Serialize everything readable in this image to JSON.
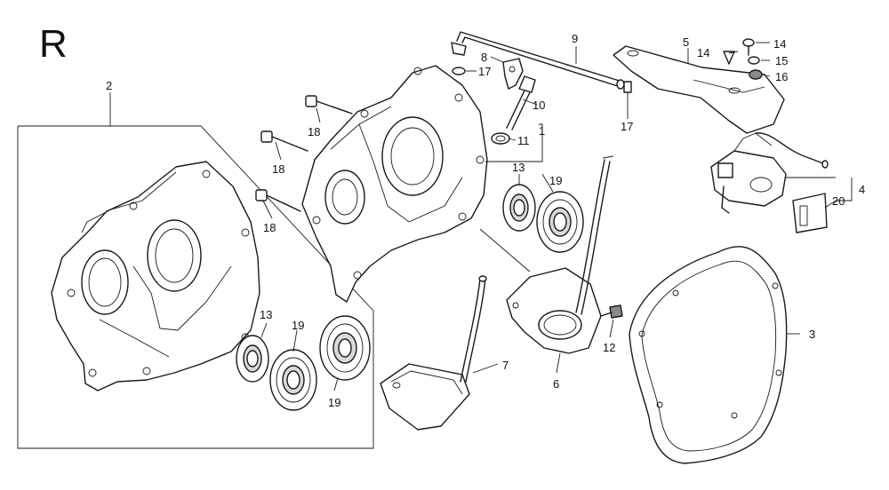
{
  "section_letter": "R",
  "callouts": {
    "c1": "1",
    "c2": "2",
    "c3": "3",
    "c4": "4",
    "c5": "5",
    "c6": "6",
    "c7": "7",
    "c8": "8",
    "c9": "9",
    "c10": "10",
    "c11": "11",
    "c12": "12",
    "c13a": "13",
    "c13b": "13",
    "c14a": "14",
    "c14b": "14",
    "c15": "15",
    "c16": "16",
    "c17a": "17",
    "c17b": "17",
    "c18a": "18",
    "c18b": "18",
    "c18c": "18",
    "c19a": "19",
    "c19b": "19",
    "c19c": "19",
    "c20": "20"
  }
}
